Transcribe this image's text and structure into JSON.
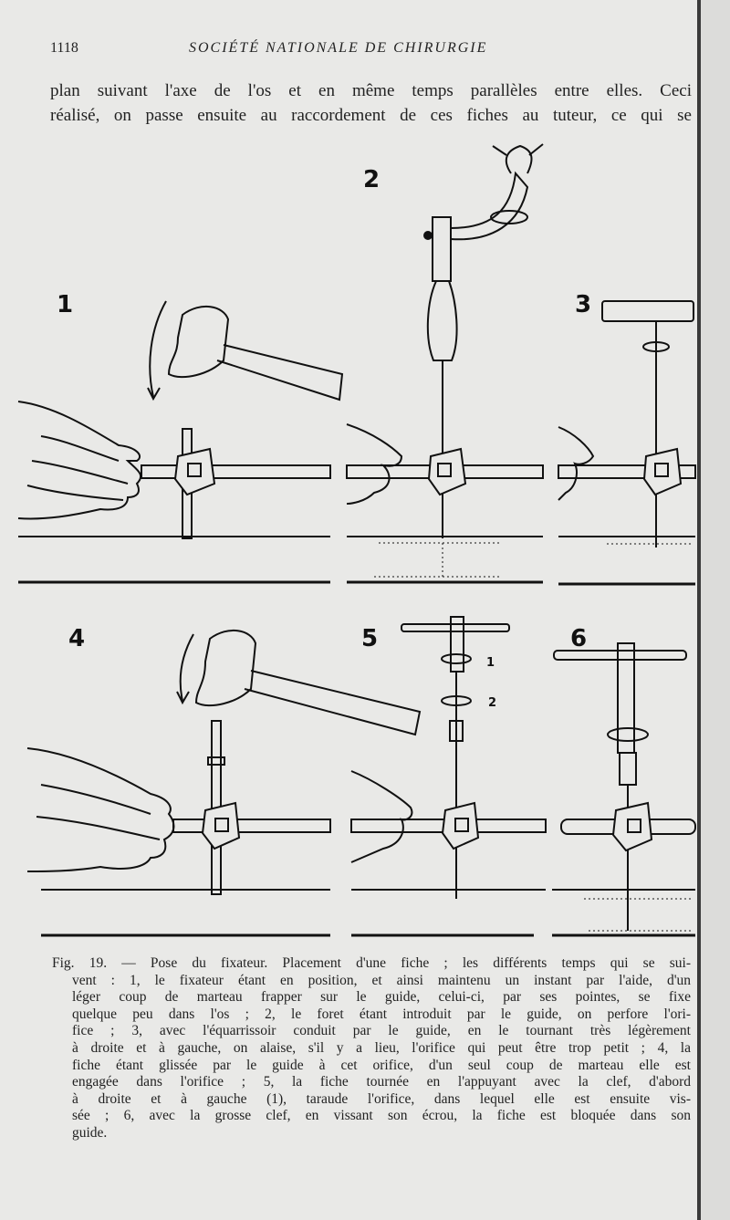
{
  "header": {
    "page_number": "1118",
    "journal_title": "SOCIÉTÉ NATIONALE DE CHIRURGIE"
  },
  "body_text": [
    "plan suivant l'axe de l'os et en même temps parallèles entre elles. Ceci",
    "réalisé, on passe ensuite au raccordement de ces fiches au tuteur, ce qui se"
  ],
  "figure": {
    "panel_labels": [
      "1",
      "2",
      "3",
      "4",
      "5",
      "6"
    ],
    "panel5_sub_labels": [
      "1",
      "2"
    ]
  },
  "caption": [
    "Fig. 19. — Pose du fixateur. Placement d'une fiche ; les différents temps qui se sui-",
    "vent : 1, le fixateur étant en position, et ainsi maintenu un instant par l'aide, d'un",
    "léger coup de marteau frapper sur le guide, celui-ci, par ses pointes, se fixe",
    "quelque peu dans l'os ; 2, le foret étant introduit par le guide, on perfore l'ori-",
    "fice ; 3, avec l'équarrissoir conduit par le guide, en le tournant très légèrement",
    "à droite et à gauche, on alaise, s'il y a lieu, l'orifice qui peut être trop petit ; 4, la",
    "fiche étant glissée par le guide à cet orifice, d'un seul coup de marteau elle est",
    "engagée dans l'orifice ; 5, la fiche tournée en l'appuyant avec la clef, d'abord",
    "à droite et à gauche (1), taraude l'orifice, dans lequel elle est ensuite vis-",
    "sée ; 6, avec la grosse clef, en vissant son écrou, la fiche est bloquée dans son",
    "guide."
  ]
}
